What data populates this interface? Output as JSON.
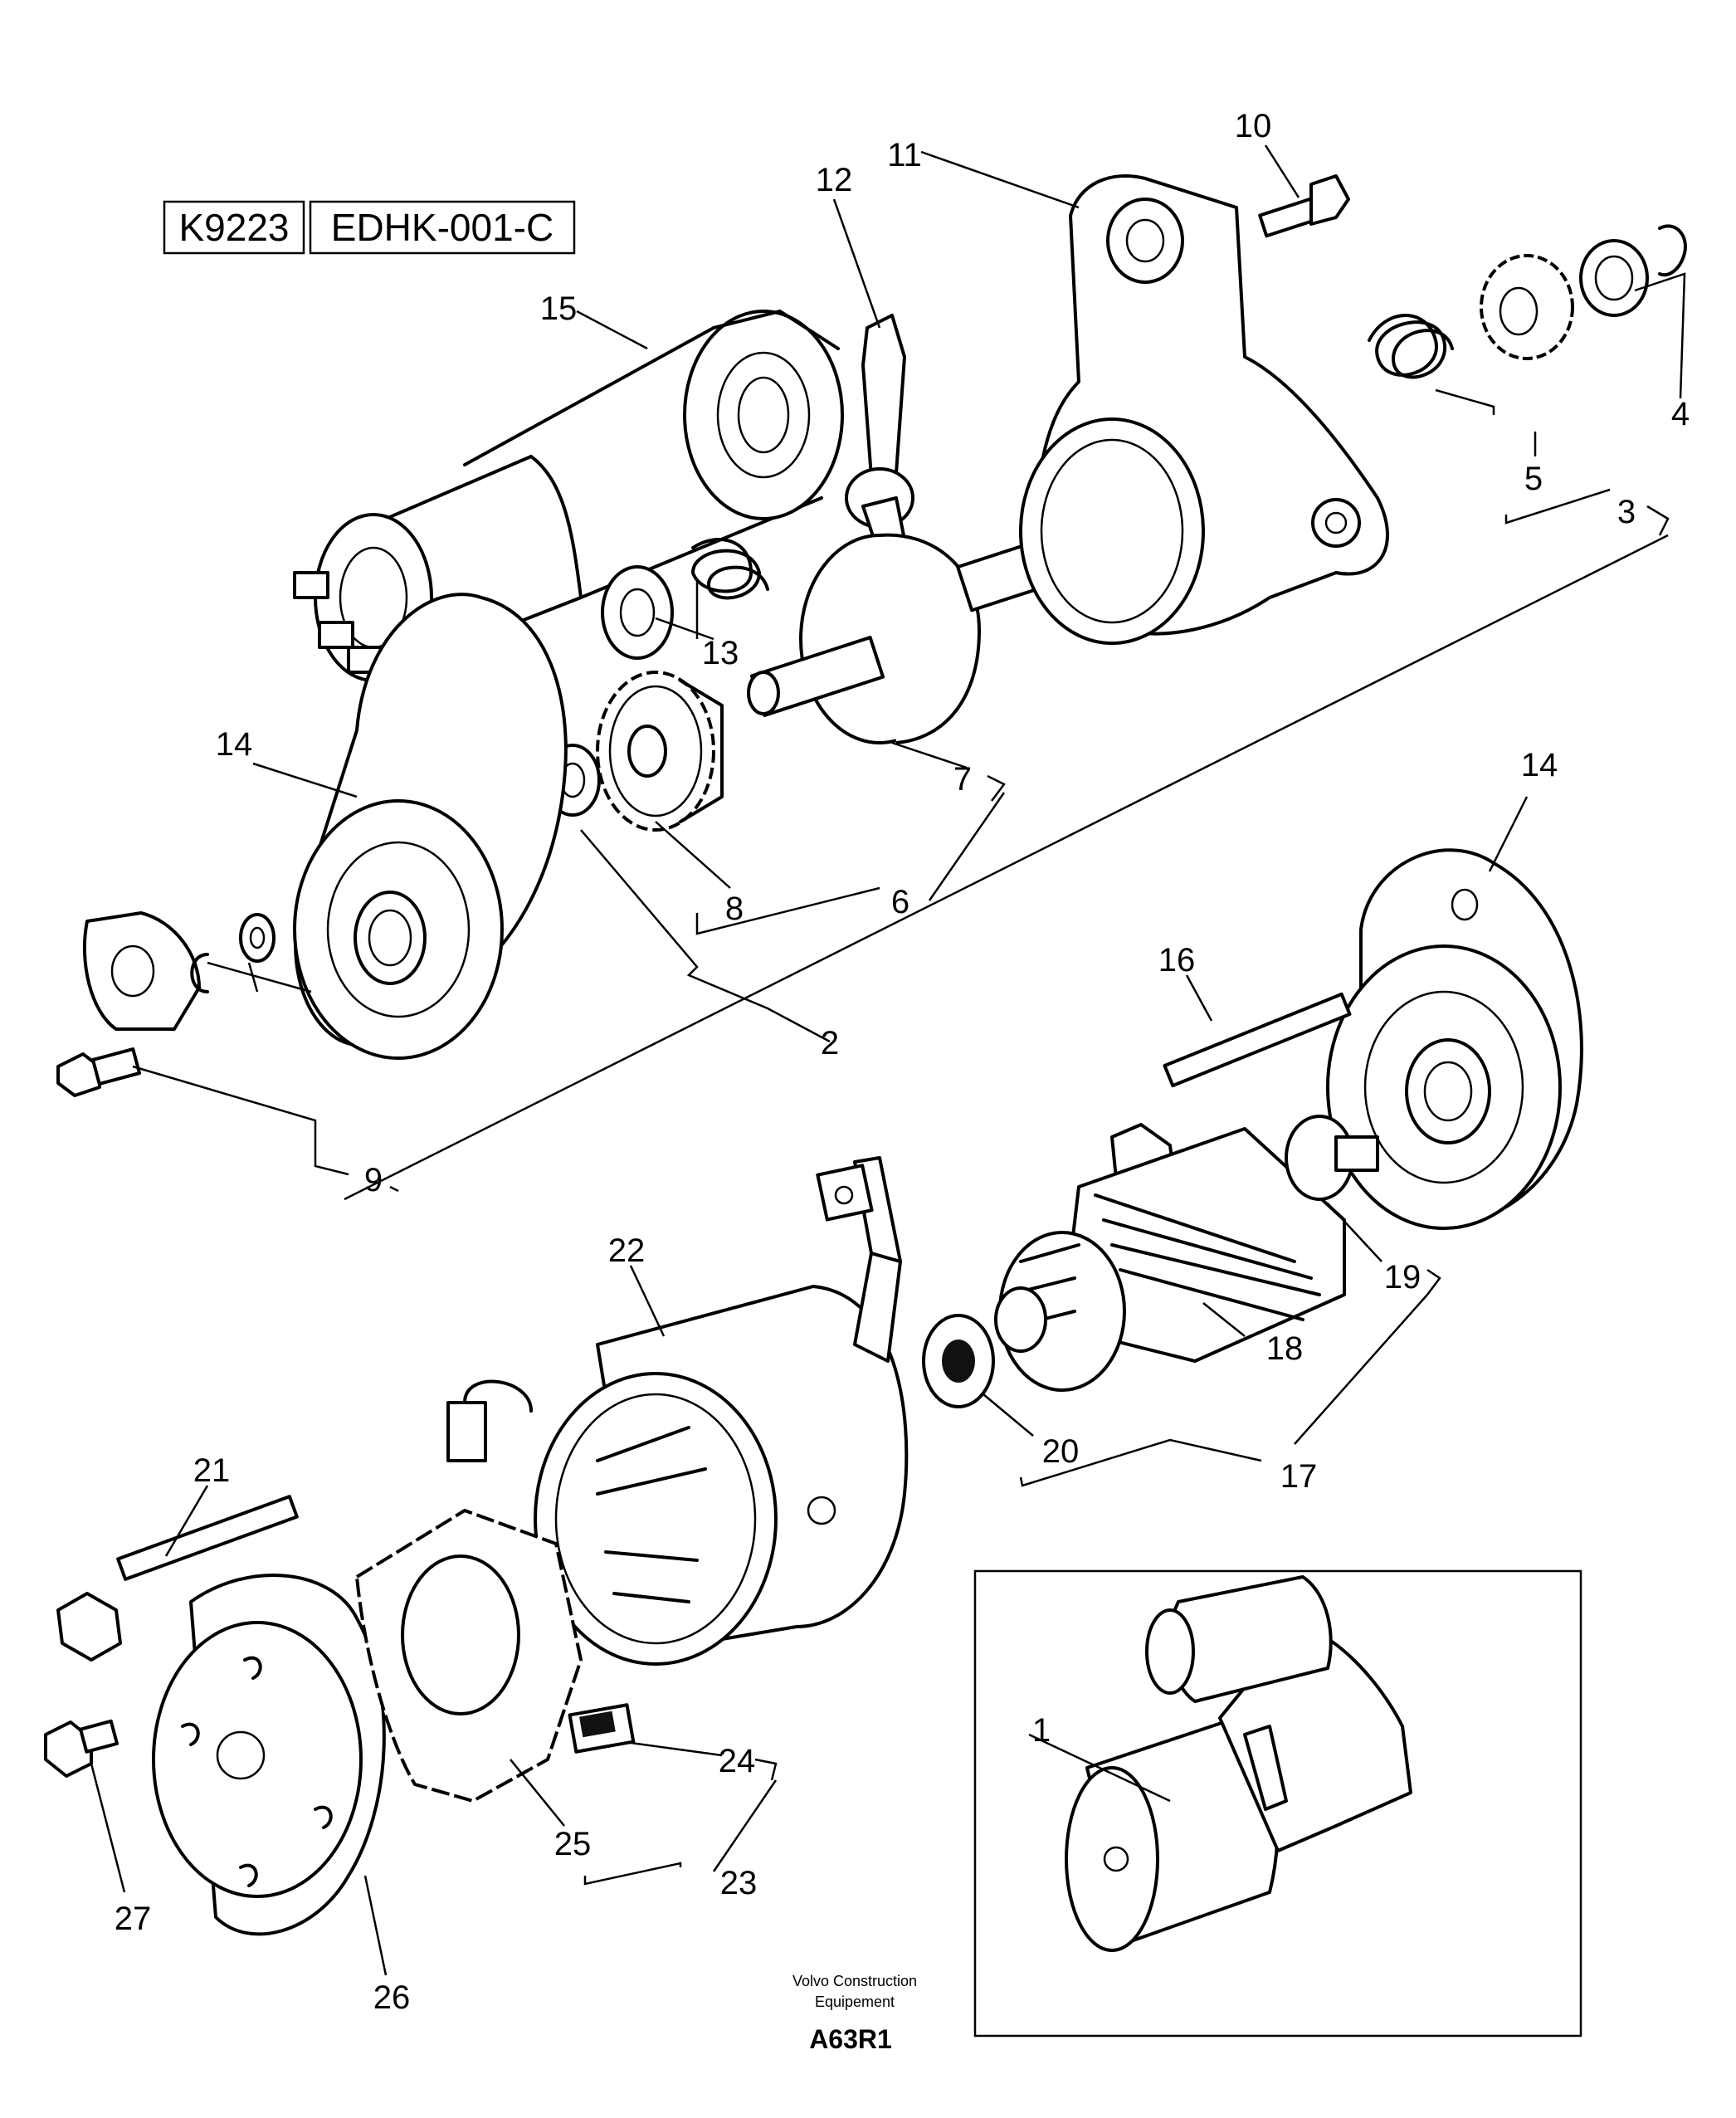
{
  "header": {
    "code_left": "K9223",
    "code_right": "EDHK-001-C"
  },
  "footer": {
    "brand_line1": "Volvo Construction",
    "brand_line2": "Equipement",
    "drawing_code": "A63R1"
  },
  "parts": {
    "p1": "1",
    "p2": "2",
    "p3": "3",
    "p4": "4",
    "p5": "5",
    "p6": "6",
    "p7": "7",
    "p8": "8",
    "p9": "9",
    "p10": "10",
    "p11": "11",
    "p12": "12",
    "p13": "13",
    "p14a": "14",
    "p14b": "14",
    "p15": "15",
    "p16": "16",
    "p17": "17",
    "p18": "18",
    "p19": "19",
    "p20": "20",
    "p21": "21",
    "p22": "22",
    "p23": "23",
    "p24": "24",
    "p25": "25",
    "p26": "26",
    "p27": "27"
  }
}
